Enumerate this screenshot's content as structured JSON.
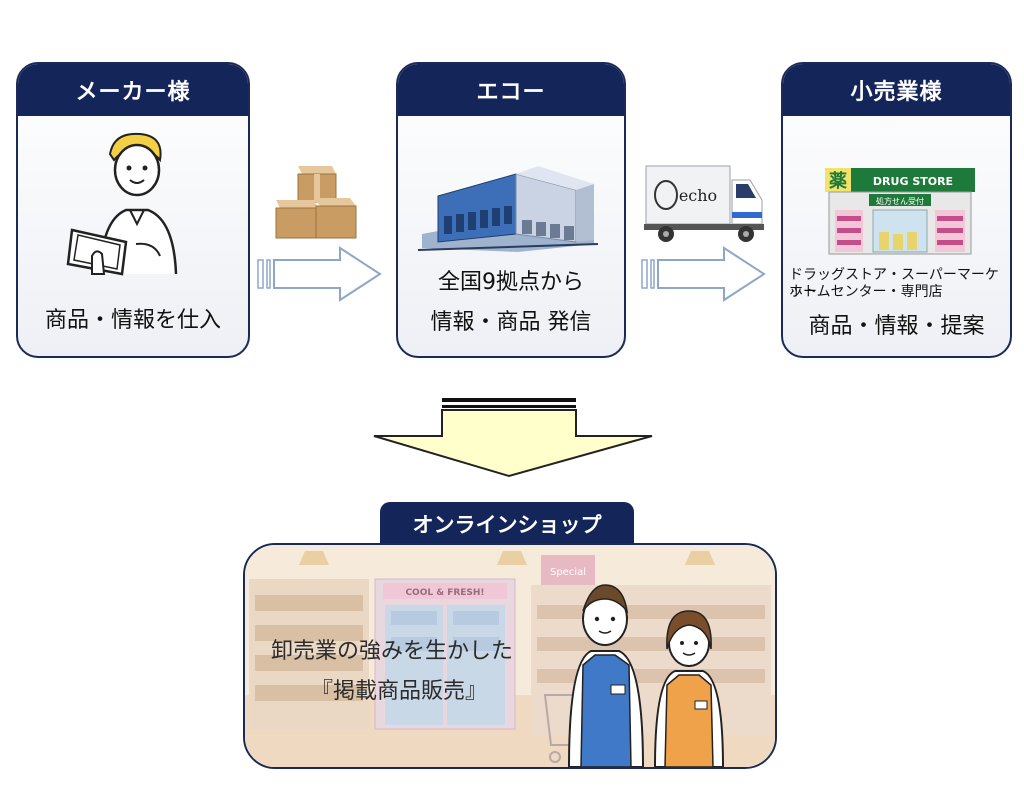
{
  "boxes": {
    "maker": {
      "title": "メーカー様",
      "caption": "商品・情報を仕入"
    },
    "echo": {
      "title": "エコー",
      "caption_line1": "全国9拠点から",
      "caption_line2": "情報・商品 発信"
    },
    "retail": {
      "title": "小売業様",
      "small_line1": "ドラッグストア・スーパーマーケット",
      "small_line2": "ホームセンター・専門店",
      "caption": "商品・情報・提案"
    }
  },
  "truck_logo": "echo",
  "drugstore": {
    "kanji": "薬",
    "sign": "DRUG STORE",
    "counter": "処方せん受付"
  },
  "shop": {
    "tab": "オンラインショップ",
    "line1": "卸売業の強みを生かした",
    "line2": "『掲載商品販売』",
    "cooler_sign": "COOL & FRESH!",
    "special_sign": "Special"
  },
  "colors": {
    "navy": "#142559",
    "arrow_fill": "#ffffcc"
  }
}
